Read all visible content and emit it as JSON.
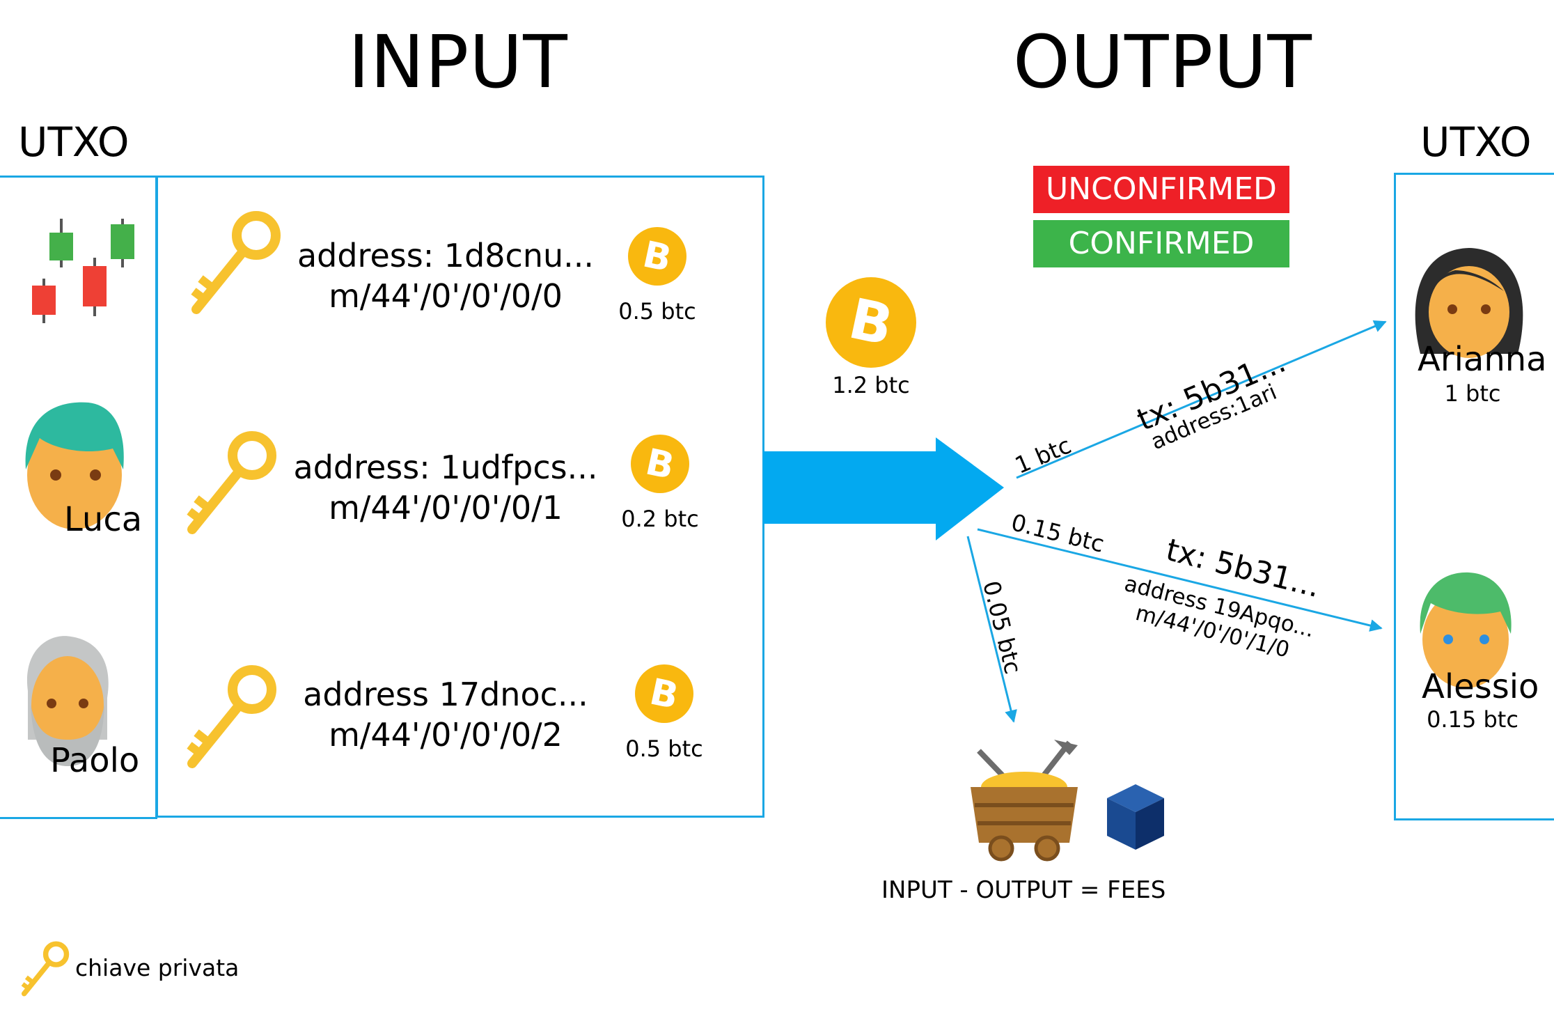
{
  "titles": {
    "input": "INPUT",
    "output": "OUTPUT"
  },
  "utxo_left": "UTXO",
  "utxo_right": "UTXO",
  "status": {
    "unconfirmed": {
      "label": "UNCONFIRMED",
      "color": "#ee2027"
    },
    "confirmed": {
      "label": "CONFIRMED",
      "color": "#3cb44a"
    }
  },
  "owners": [
    {
      "name": "",
      "icon": "candlestick-chart-icon"
    },
    {
      "name": "Luca",
      "icon": "man-avatar-icon"
    },
    {
      "name": "Paolo",
      "icon": "old-man-avatar-icon"
    }
  ],
  "inputs": [
    {
      "address": "address: 1d8cnu...",
      "path": "m/44'/0'/0'/0/0",
      "amount": "0.5 btc",
      "key_icon": "key-icon",
      "coin_icon": "bitcoin-icon"
    },
    {
      "address": "address: 1udfpcs...",
      "path": "m/44'/0'/0'/0/1",
      "amount": "0.2 btc",
      "key_icon": "key-icon",
      "coin_icon": "bitcoin-icon"
    },
    {
      "address": "address 17dnoc...",
      "path": "m/44'/0'/0'/0/2",
      "amount": "0.5 btc",
      "key_icon": "key-icon",
      "coin_icon": "bitcoin-icon"
    }
  ],
  "total": {
    "amount": "1.2 btc",
    "icon": "bitcoin-icon"
  },
  "outputs": [
    {
      "amount_label": "1 btc",
      "tx": "tx: 5b31...",
      "address": "address:1ari",
      "recipient": "Arianna",
      "recipient_amount": "1 btc"
    },
    {
      "amount_label": "0.15 btc",
      "tx": "tx: 5b31...",
      "address": "address 19Apqo...",
      "path": "m/44'/0'/0'/1/0",
      "recipient": "Alessio",
      "recipient_amount": "0.15 btc"
    }
  ],
  "fee": {
    "amount_label": "0.05 btc",
    "formula": "INPUT - OUTPUT = FEES",
    "icons": [
      "mining-cart-icon",
      "block-cube-icon"
    ]
  },
  "legend": {
    "label": "chiave privata",
    "icon": "key-icon"
  },
  "colors": {
    "accent": "#1aa7e4",
    "gold": "#f7c22e",
    "bitcoin": "#f9b80f"
  }
}
